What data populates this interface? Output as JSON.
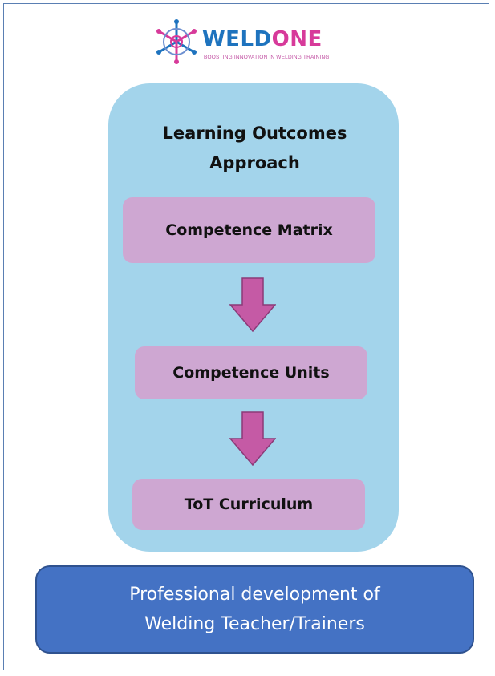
{
  "logo": {
    "name_part1": "WELD",
    "name_part2": "ONE",
    "tagline": "BOOSTING INNOVATION IN WELDING TRAINING",
    "icon": "snowflake-logo-icon",
    "colors": {
      "blue": "#1e73be",
      "pink": "#d73a9a"
    }
  },
  "panel": {
    "title_line1": "Learning Outcomes",
    "title_line2": "Approach",
    "color": "#a3d4eb"
  },
  "steps": [
    {
      "label": "Competence Matrix"
    },
    {
      "label": "Competence Units"
    },
    {
      "label": "ToT Curriculum"
    }
  ],
  "arrows": {
    "icon": "arrow-down-icon",
    "color": "#c55aa5"
  },
  "outcome": {
    "line1": "Professional development of",
    "line2": "Welding Teacher/Trainers",
    "color": "#4472c4"
  }
}
